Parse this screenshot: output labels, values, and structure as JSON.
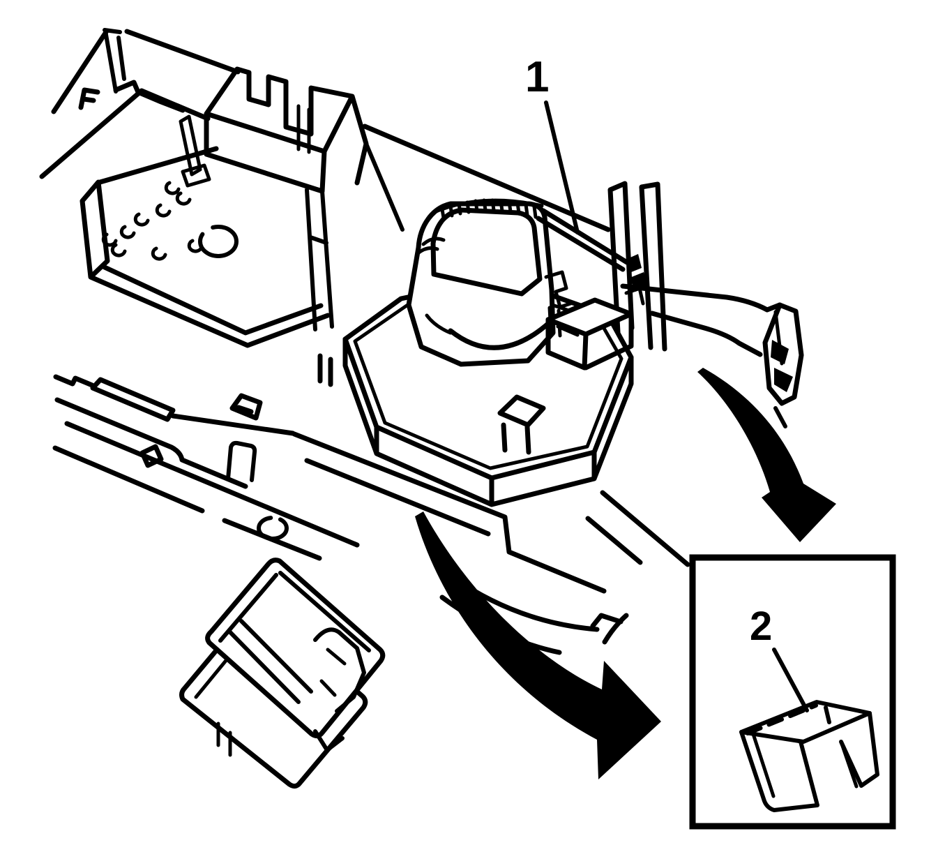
{
  "figure": {
    "type": "service-manual-technical-illustration",
    "background": "#ffffff",
    "ink": "#000000",
    "callouts": {
      "c1": {
        "label": "1"
      },
      "c2": {
        "label": "2"
      }
    }
  }
}
